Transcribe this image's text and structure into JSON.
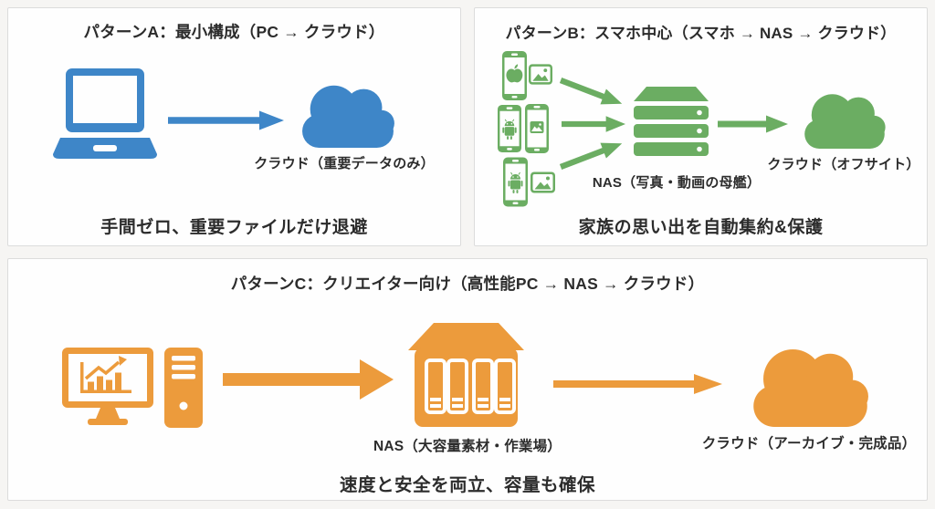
{
  "colors": {
    "blue": "#3E86C8",
    "green": "#6BAD62",
    "orange": "#EC9B3C",
    "text": "#2C2C2C",
    "panel_border": "#DCDCDC",
    "panel_bg": "#FEFEFE",
    "page_bg": "#F6F5F3"
  },
  "panels": {
    "a": {
      "title": "パターンA：最小構成（PC → クラウド）",
      "cloud_label": "クラウド（重要データのみ）",
      "caption": "手間ゼロ、重要ファイルだけ退避"
    },
    "b": {
      "title": "パターンB：スマホ中心（スマホ → NAS → クラウド）",
      "nas_label": "NAS（写真・動画の母艦）",
      "cloud_label": "クラウド（オフサイト）",
      "caption": "家族の思い出を自動集約&保護"
    },
    "c": {
      "title": "パターンC：クリエイター向け（高性能PC → NAS → クラウド）",
      "nas_label": "NAS（大容量素材・作業場）",
      "cloud_label": "クラウド（アーカイブ・完成品）",
      "caption": "速度と安全を両立、容量も確保"
    }
  },
  "icons": {
    "laptop": "laptop-icon",
    "cloud": "cloud-icon",
    "smartphone_apple": "smartphone-apple-icon",
    "smartphone_android": "smartphone-android-icon",
    "photo": "photo-icon",
    "nas_rack": "nas-rack-icon",
    "nas_tower": "nas-tower-icon",
    "desktop_pc": "desktop-pc-icon",
    "arrow_right": "arrow-right-icon"
  }
}
